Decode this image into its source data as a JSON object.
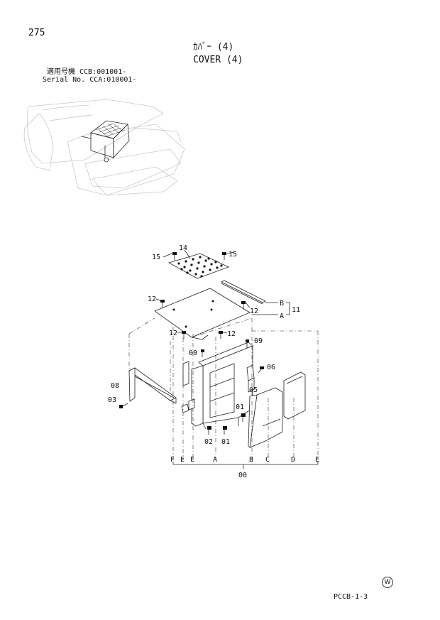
{
  "page_number": "275",
  "title_jp": "ｶﾊﾞｰ (4)",
  "title_en": "COVER (4)",
  "serial_line_1": "適用号機  CCB:001001-",
  "serial_line_2": "Serial No. CCA:010001-",
  "doc_code": "PCCB-1-3",
  "w_mark": "W",
  "callouts": {
    "c15a": "15",
    "c15b": "15",
    "c14": "14",
    "c12a": "12",
    "c12b": "12",
    "c12c": "12",
    "c12d": "12",
    "cB": "B",
    "cA": "A",
    "c11": "11",
    "c09a": "09",
    "c09b": "09",
    "c06": "06",
    "c05": "05",
    "c08": "08",
    "c03": "03",
    "c01a": "01",
    "c01b": "01",
    "c02": "02"
  },
  "bottom_refs": [
    "F",
    "E",
    "E",
    "A",
    "B",
    "C",
    "D",
    "E"
  ],
  "assembly_ref": "00"
}
